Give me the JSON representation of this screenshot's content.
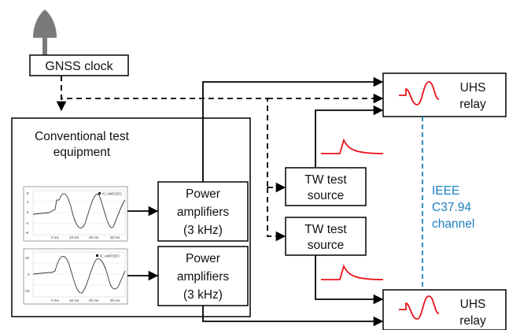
{
  "gnss": {
    "label": "GNSS clock"
  },
  "test_equipment": {
    "title_line1": "Conventional test",
    "title_line2": "equipment"
  },
  "amplifiers": [
    {
      "line1": "Power",
      "line2": "amplifiers",
      "line3": "(3 kHz)"
    },
    {
      "line1": "Power",
      "line2": "amplifiers",
      "line3": "(3 kHz)"
    }
  ],
  "tw_sources": [
    {
      "line1": "TW test",
      "line2": "source"
    },
    {
      "line1": "TW test",
      "line2": "source"
    }
  ],
  "relays": [
    {
      "line1": "UHS",
      "line2": "relay"
    },
    {
      "line1": "UHS",
      "line2": "relay"
    }
  ],
  "channel": {
    "line1": "IEEE",
    "line2": "C37.94",
    "line3": "channel"
  },
  "plot1": {
    "legend": "IC,AMP,SEC",
    "y_ticks": [
      "8",
      "4",
      "0",
      "-4",
      "-8"
    ],
    "x_ticks": [
      "0 ms",
      "10 ms",
      "20 ms",
      "30 ms"
    ]
  },
  "plot2": {
    "legend": "IC,AMP,SEC",
    "y_ticks": [
      "10",
      "0",
      "-10"
    ],
    "x_ticks": [
      "0 ms",
      "10 ms",
      "20 ms",
      "30 ms"
    ]
  },
  "colors": {
    "signal": "#e8141a",
    "channel": "#1a7fc0",
    "lines": "#000000"
  }
}
